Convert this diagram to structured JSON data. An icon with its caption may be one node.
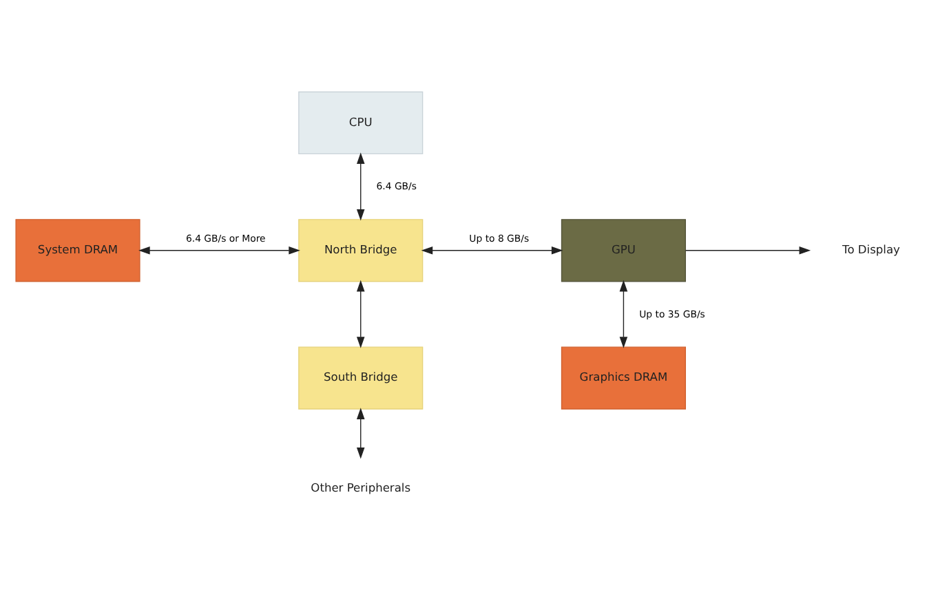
{
  "diagram": {
    "nodes": [
      {
        "text": [
          "CPU"
        ]
      },
      {
        "text": [
          "System DRAM"
        ]
      },
      {
        "text": [
          "North Bridge"
        ]
      },
      {
        "text": [
          "GPU"
        ]
      },
      {
        "text": [
          "To Display"
        ]
      },
      {
        "text": [
          "South Bridge"
        ]
      },
      {
        "text": [
          "Graphics DRAM"
        ]
      },
      {
        "text": [
          "Other Peripherals"
        ]
      }
    ],
    "edges": [
      {
        "from": 0,
        "to": 2,
        "arrow": "both",
        "label": "6.4 GB/s"
      },
      {
        "from": 1,
        "to": 2,
        "arrow": "both",
        "label": "6.4 GB/s or More"
      },
      {
        "from": 2,
        "to": 3,
        "arrow": "both",
        "label": "Up to 8 GB/s"
      },
      {
        "from": 3,
        "to": 4,
        "arrow": "to"
      },
      {
        "from": 3,
        "to": 6,
        "arrow": "both",
        "label": "Up to 35 GB/s"
      },
      {
        "from": 2,
        "to": 5,
        "arrow": "both"
      },
      {
        "from": 5,
        "to": 7,
        "arrow": "both"
      }
    ]
  }
}
